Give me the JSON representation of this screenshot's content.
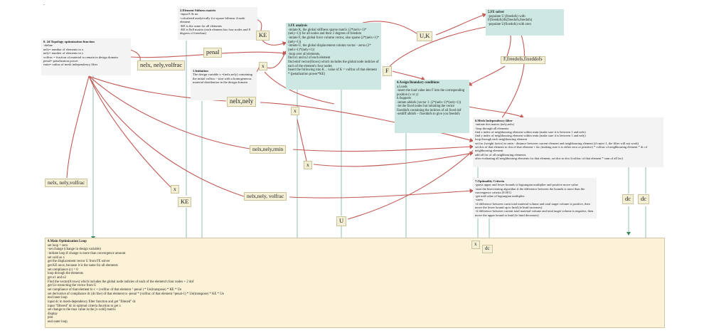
{
  "diagram": {
    "stray_mark": ".",
    "boxes": [
      {
        "id": "0-topology-optimization-function",
        "title": "0. 2d Topology optimization function",
        "lines": [
          "-define",
          "nelx= number of elements in x",
          "nely= number of elements in y",
          "volfrac = fraction of material to remain in design domain",
          "penal= penalization power",
          "rmin= radius of mesh independency filter"
        ]
      },
      {
        "id": "1-initiation",
        "title": "1.Initiation",
        "lines": [
          "The design variable x =(nelx,nely) containing the initial volfrac - start with a homogeneous material distribution in the design domain"
        ]
      },
      {
        "id": "2-element-stiffness-matrix",
        "title": "2.Element Stifness matrix",
        "lines": [
          "-input E & nu",
          "-calculated analytically for square bilinear 4-node element",
          "-KE is the same for all elements",
          "-KE is 8x8 matrix (each element has four nodes and 8 degrees of freedom)"
        ]
      },
      {
        "id": "3-fe-analysis",
        "title": "3.FE analysis",
        "lines": [
          "-intiate K, the global stiffness sparse matrix (2*(nelx+1)*(nely+1)) for all nodes and their 2 degrees of freedom",
          "-intiate F, the global force column vector, also sparse (2*(nelx+1)*(nely+1))",
          "-intiate U, the global displacement column vector - zeros (2*(nelx+1)*(nely+1))",
          "-loop over all elements,",
          "find n1 and n2 of each element",
          "find edof vector(8rows) which includes the global node indicies of each of the element's four nodes",
          "Insert the following into K .. value of K = volfrac of that element * (penalization power*KE)"
        ]
      },
      {
        "id": "4-assign-boundary-conditions",
        "title": "4.Assign Boundary conditions",
        "lines": [
          "a.Loads",
          "-insert the load value into F into the corresponding position (x or y)",
          "b.Supports",
          "-intiate alldofs (vector 1: (2*(nelx+1)*(nely+1))",
          "-let the fixed nodes but intiaiting the vector fixeddofs containing the indicies of all fixed dof",
          "-setdiff alldofs – fixeddofs to give you freedofs"
        ]
      },
      {
        "id": "5-fe-solver",
        "title": "5.FE solver",
        "lines": [
          "-populate U (freedofs) with F(freedofs)/K(freedofs,freedofs)",
          "-populate U(fixedofs) with zero"
        ]
      },
      {
        "id": "6-mesh-independency-filter",
        "title": "6.Mesh Independency filter",
        "lines": [
          "-initiate dcn matrix (nely,nelx)",
          "-loop through all elements",
          "find x index of neighbouring element within rmin (make sure it is between 1 and nelx)",
          "find y index of neighbouring element within rmin (make sure it is between 1 and nely)",
          "loop through each neighbouring element",
          "set fac (weight factor)  to rmin - distance between current element and neighbouring element (if rmin<1,  the filter will not work)",
          "set dcn of that element to dcn of that element + fac (making sure it is either zero or positive) * volfrac of neighbouring element * dc of neighbouring element",
          "add all fac of all neighbouring elements",
          "after evaluating all neighbouring elements for that element, set dcn to dcn /(volfrac of that element * sum of all fac)"
        ]
      },
      {
        "id": "7-optimality-criteria",
        "title": "7.Optimality Criteria",
        "lines": [
          "-guess upper and lower bounds of lagrangian multiplier and positive move value",
          "-start the bisectioning algorithm if the difference between the bounds is more than the convergence criteria (0.001)",
          "-get mid value of lagrangian multiplier",
          "-xnew",
          "-if difference between curnt  total material volume and total target  volume is positive,  then move the lower bound up to lmid (ie lmid increases)",
          "-if difference between current total material volume and total target volume is negative,  then  move the upper bound to lmid (ie lmid decreases)"
        ]
      },
      {
        "id": "8-main-optimization-loop",
        "title": "8.Main Optimization Loop",
        "lines": [
          "set loop = zero",
          "-set change (change in design variable)",
          "-initiate loop if change is more than convergence amount",
          "set xold as x",
          "get the displacement vector U from FE  solver",
          "get KE once, because it is the same for all elements",
          "set compliance (c) = 0",
          "loop through the elements",
          "get n1 and n2",
          "Find the vector(8 rows) which includes the global node indicies of each of the element's four nodes + 2 dof",
          "get Ue extracting the vector from U",
          "set compliance of that element to c + (volfrac of that element ^ penal ) * Ue(transpose) * KE * Ue",
          "set derivative of compliance dc (dc/dxe) of that  element to -penal * (volfrac of that element ^penal-1) * Ue(transpose) * KE * Ue",
          "end inner loop",
          "input dc in mesh-dependency filter function and get \"filtered\" dc",
          "input \"filtered\" dc in optimal criteria function to get x",
          "set change to the max value in the [x-xold] matrix",
          "display",
          "plot",
          "end outer loop"
        ]
      }
    ],
    "edge_labels": [
      {
        "id": "nelx-nely-volfrac-top",
        "text": "nelx, nely,volfrac"
      },
      {
        "id": "penal",
        "text": "penal"
      },
      {
        "id": "ke-top",
        "text": "KE"
      },
      {
        "id": "nelx-nely",
        "text": "nelx,nely"
      },
      {
        "id": "u-k",
        "text": "U,K"
      },
      {
        "id": "f",
        "text": "F"
      },
      {
        "id": "f-freedofs-fixeddofs",
        "text": "F,freedofs,fixeddofs"
      },
      {
        "id": "x-a",
        "text": "x"
      },
      {
        "id": "x-b",
        "text": "x"
      },
      {
        "id": "nelx-nely-rmin",
        "text": "nelx,nely,rmin"
      },
      {
        "id": "x-c",
        "text": "x"
      },
      {
        "id": "nelx-nely-volfrac-left",
        "text": "nelx, nely,volfrac"
      },
      {
        "id": "x-d",
        "text": "x"
      },
      {
        "id": "ke-mid",
        "text": "KE"
      },
      {
        "id": "nelx-nely-volfrac-mid",
        "text": "nelx,nely, volfrac"
      },
      {
        "id": "u",
        "text": "U"
      },
      {
        "id": "dc-1",
        "text": "dc"
      },
      {
        "id": "dc-2",
        "text": "dc"
      },
      {
        "id": "x-e",
        "text": "x"
      },
      {
        "id": "dc-3",
        "text": "dc"
      }
    ],
    "colors": {
      "node_gray": "#f3f3f3",
      "node_teal": "#cde8e2",
      "node_cream": "#fbf2d8",
      "edge_red": "#c25b56",
      "edge_teal": "#8fbcb4",
      "label_bg": "#f2efd5"
    }
  }
}
